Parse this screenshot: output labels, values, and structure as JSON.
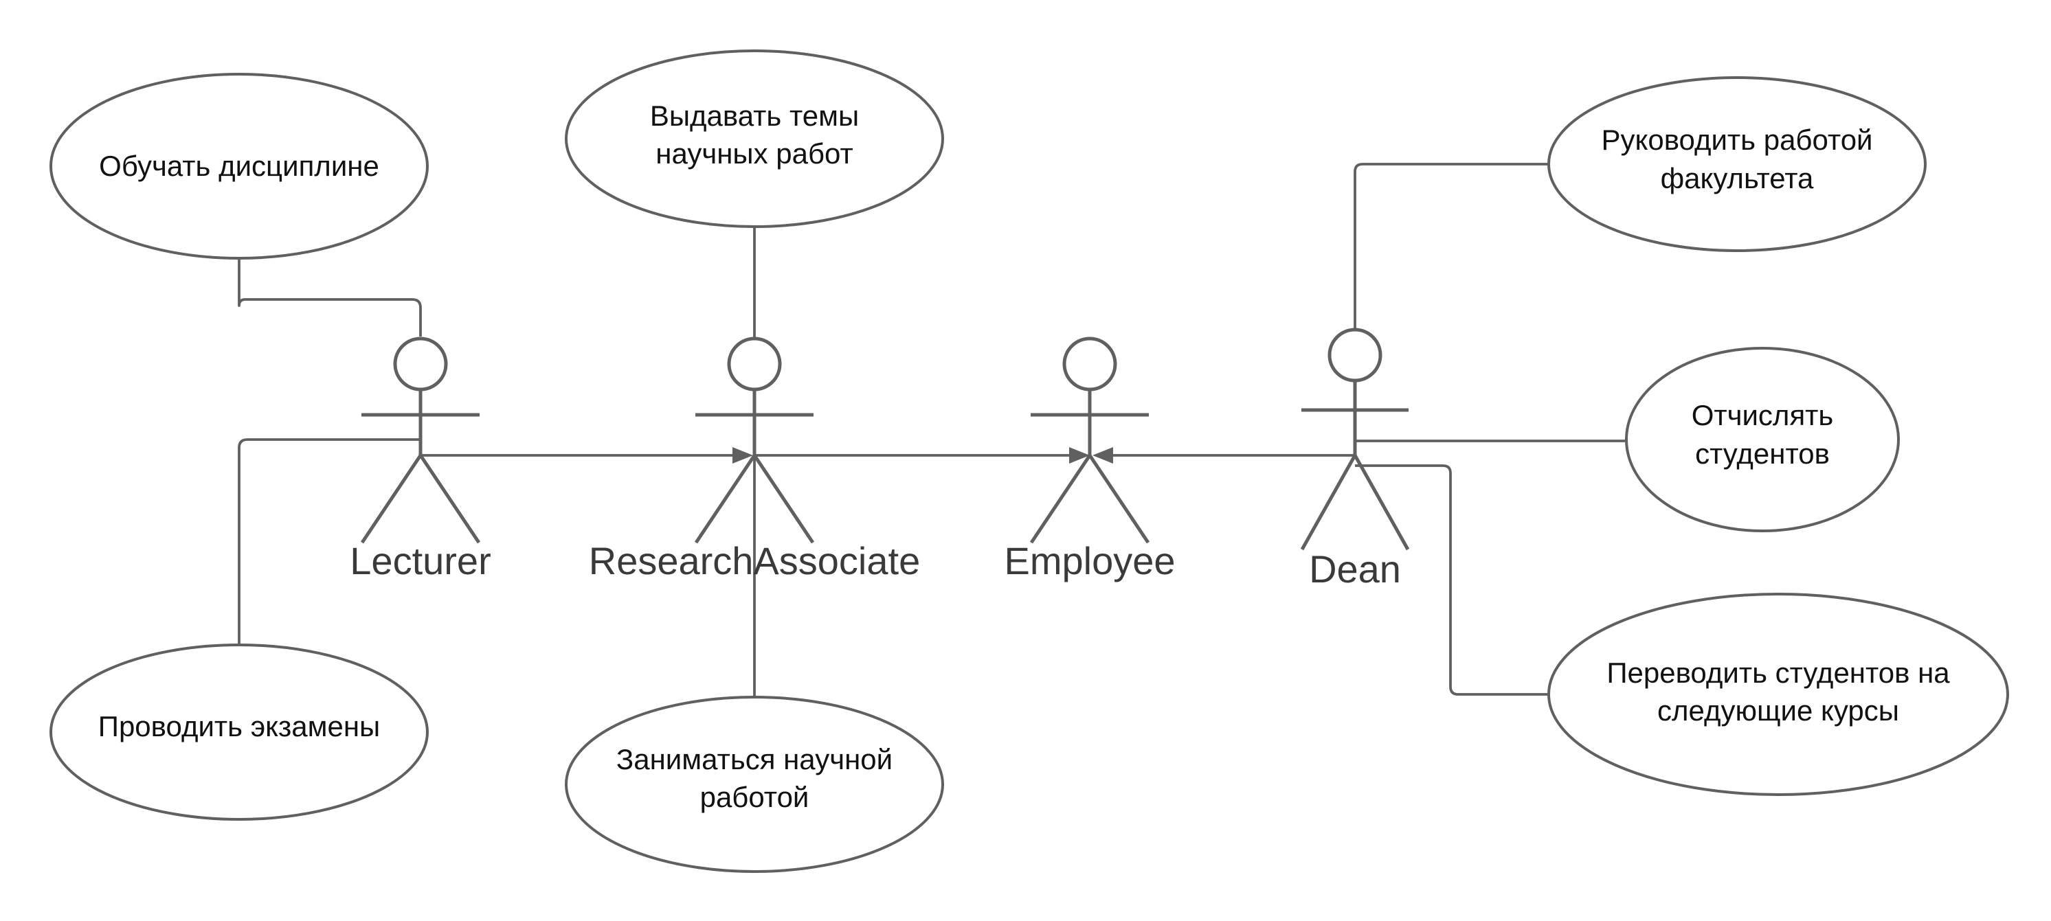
{
  "diagram": {
    "colors": {
      "line": "#606060",
      "text": "#111111",
      "actor_text": "#3a3a3a",
      "background": "#ffffff"
    },
    "actors": [
      {
        "id": "lecturer",
        "label": "Lecturer"
      },
      {
        "id": "research-associate",
        "label": "ResearchAssociate"
      },
      {
        "id": "employee",
        "label": "Employee"
      },
      {
        "id": "dean",
        "label": "Dean"
      }
    ],
    "use_cases": [
      {
        "id": "teach",
        "lines": [
          "Обучать дисциплине"
        ]
      },
      {
        "id": "exams",
        "lines": [
          "Проводить экзамены"
        ]
      },
      {
        "id": "topics",
        "lines": [
          "Выдавать темы",
          "научных работ"
        ]
      },
      {
        "id": "research",
        "lines": [
          "Заниматься научной",
          "работой"
        ]
      },
      {
        "id": "manage",
        "lines": [
          "Руководить работой",
          "факультета"
        ]
      },
      {
        "id": "expel",
        "lines": [
          "Отчислять",
          "студентов"
        ]
      },
      {
        "id": "transfer",
        "lines": [
          "Переводить студентов на",
          "следующие курсы"
        ]
      }
    ],
    "associations": [
      {
        "actor": "lecturer",
        "use_case": "teach"
      },
      {
        "actor": "lecturer",
        "use_case": "exams"
      },
      {
        "actor": "research-associate",
        "use_case": "topics"
      },
      {
        "actor": "research-associate",
        "use_case": "research"
      },
      {
        "actor": "dean",
        "use_case": "manage"
      },
      {
        "actor": "dean",
        "use_case": "expel"
      },
      {
        "actor": "dean",
        "use_case": "transfer"
      }
    ],
    "generalizations": [
      {
        "from": "lecturer",
        "to": "research-associate"
      },
      {
        "from": "research-associate",
        "to": "employee"
      },
      {
        "from": "dean",
        "to": "employee"
      }
    ]
  }
}
